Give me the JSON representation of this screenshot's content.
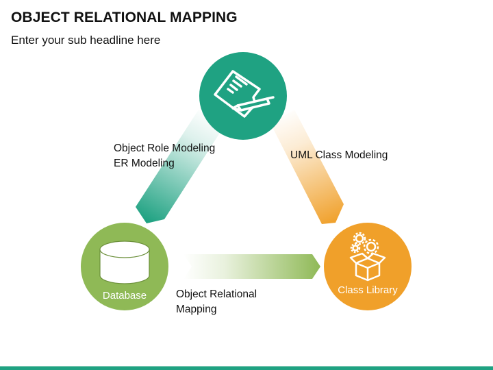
{
  "slide": {
    "title": "OBJECT RELATIONAL MAPPING",
    "subtitle": "Enter your sub headline here"
  },
  "colors": {
    "teal": "#1fa282",
    "green": "#8fb956",
    "orange": "#f0a02a",
    "footer": "#1fa282"
  },
  "nodes": {
    "top": {
      "label": "",
      "icon": "document-pen-icon"
    },
    "left": {
      "label": "Database",
      "icon": "database-cylinder-icon"
    },
    "right": {
      "label": "Class Library",
      "icon": "gears-box-icon"
    }
  },
  "connectors": {
    "left": {
      "lines": [
        "Object Role Modeling",
        "ER Modeling"
      ]
    },
    "right": {
      "lines": [
        "UML Class Modeling"
      ]
    },
    "bottom": {
      "lines": [
        "Object Relational",
        "Mapping"
      ]
    }
  }
}
